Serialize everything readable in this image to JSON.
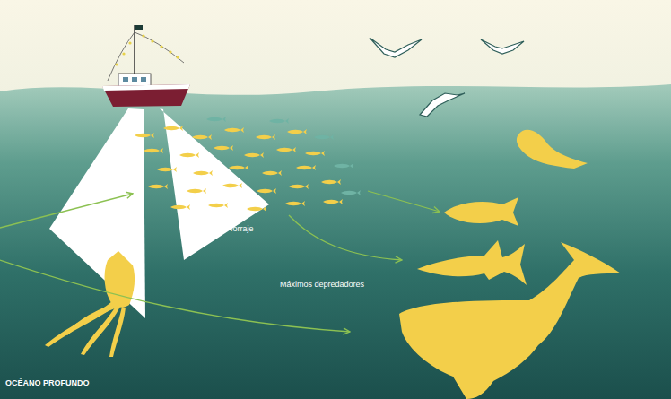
{
  "diagram": {
    "labels": [
      "forraje",
      "Máximos depredadores",
      "OCÉANO PROFUNDO"
    ]
  }
}
